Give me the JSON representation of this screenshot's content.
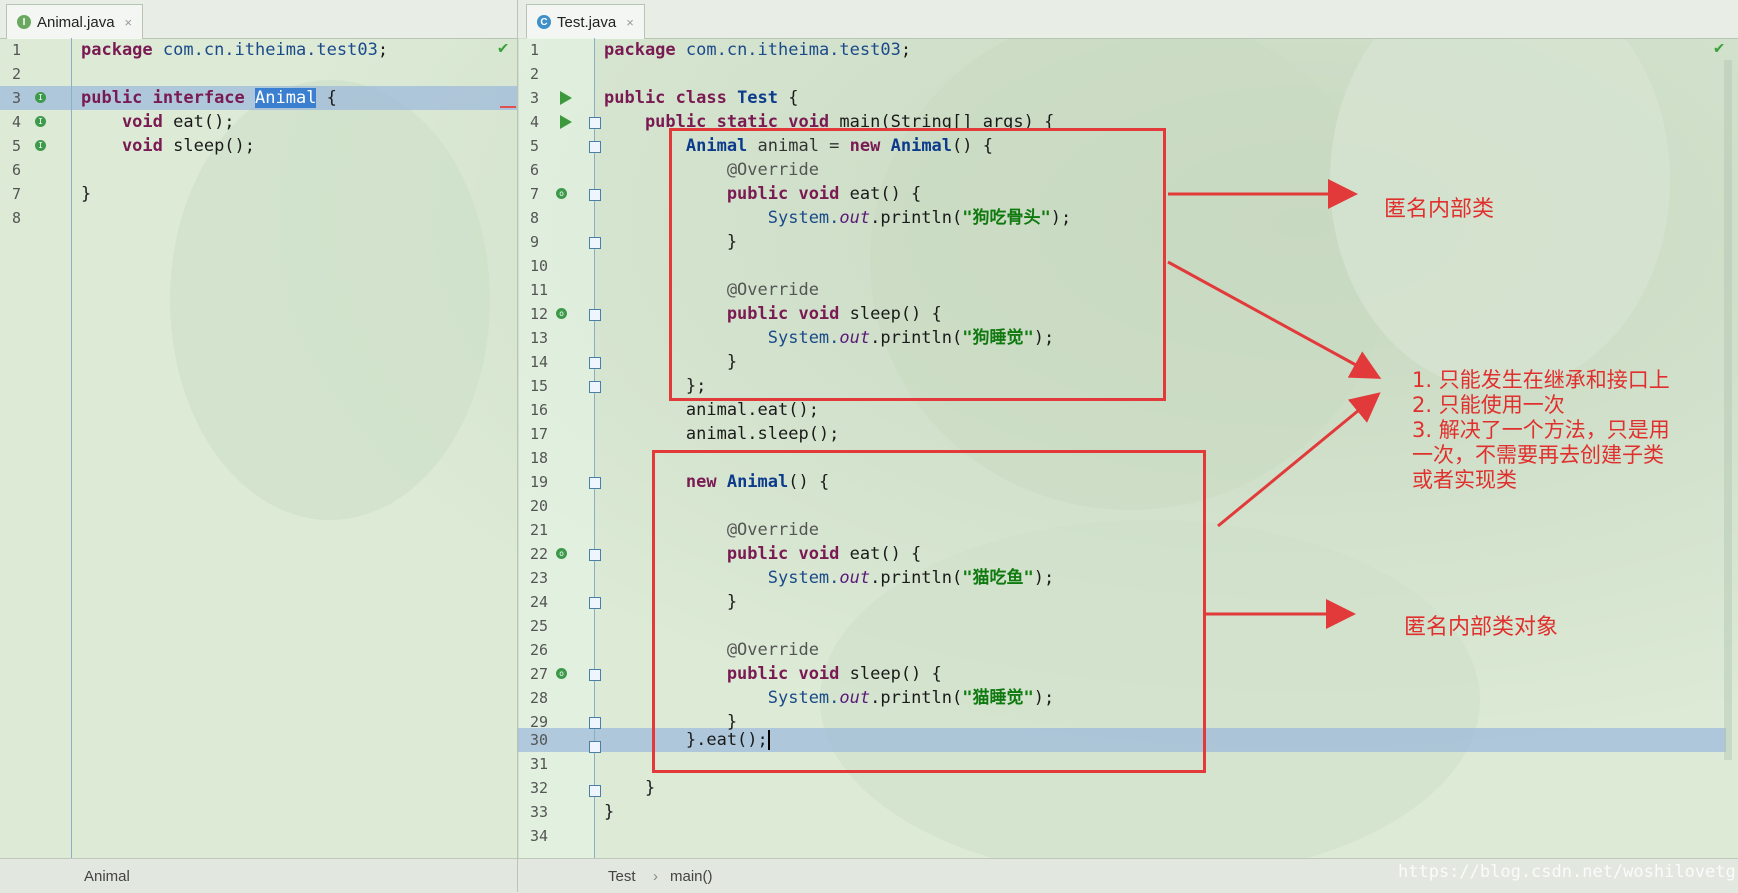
{
  "tabs": {
    "left": {
      "label": "Animal.java",
      "icon": "I",
      "close": "×"
    },
    "right": {
      "label": "Test.java",
      "icon": "C",
      "close": "×"
    }
  },
  "left_editor": {
    "line_numbers": [
      "1",
      "2",
      "3",
      "4",
      "5",
      "6",
      "7",
      "8"
    ],
    "lines": {
      "l1_kw": "package",
      "l1_pkg": " com.cn.itheima.test03",
      "l1_end": ";",
      "l3_kw1": "public",
      "l3_kw2": " interface ",
      "l3_sel": "Animal",
      "l3_end": " {",
      "l4_kw": "    void",
      "l4_rest": " eat();",
      "l5_kw": "    void",
      "l5_rest": " sleep();",
      "l7": "}"
    },
    "breadcrumb": "Animal"
  },
  "right_editor": {
    "line_numbers": [
      "1",
      "2",
      "3",
      "4",
      "5",
      "6",
      "7",
      "8",
      "9",
      "10",
      "11",
      "12",
      "13",
      "14",
      "15",
      "16",
      "17",
      "18",
      "19",
      "20",
      "21",
      "22",
      "23",
      "24",
      "25",
      "26",
      "27",
      "28",
      "29",
      "30",
      "31",
      "32",
      "33",
      "34"
    ],
    "code": {
      "l1_kw": "package",
      "l1_pkg": " com.cn.itheima.test03",
      "l1_end": ";",
      "l3_kw": "public class",
      "l3_cls": " Test",
      "l3_end": " {",
      "l4_kw": "    public static void",
      "l4_rest": " main(String[] args) {",
      "l5_type": "        Animal",
      "l5_var": " animal = ",
      "l5_kw": "new",
      "l5_type2": " Animal",
      "l5_end": "() {",
      "l6": "            @Override",
      "l7_kw": "            public void",
      "l7_rest": " eat() {",
      "l8_pre": "                System.",
      "l8_fld": "out",
      "l8_mid": ".println(",
      "l8_str": "\"狗吃骨头\"",
      "l8_end": ");",
      "l9": "            }",
      "l11": "            @Override",
      "l12_kw": "            public void",
      "l12_rest": " sleep() {",
      "l13_pre": "                System.",
      "l13_fld": "out",
      "l13_mid": ".println(",
      "l13_str": "\"狗睡觉\"",
      "l13_end": ");",
      "l14": "            }",
      "l15": "        };",
      "l16": "        animal.eat();",
      "l17": "        animal.sleep();",
      "l19_kw": "        new",
      "l19_type": " Animal",
      "l19_end": "() {",
      "l21": "            @Override",
      "l22_kw": "            public void",
      "l22_rest": " eat() {",
      "l23_pre": "                System.",
      "l23_fld": "out",
      "l23_mid": ".println(",
      "l23_str": "\"猫吃鱼\"",
      "l23_end": ");",
      "l24": "            }",
      "l26": "            @Override",
      "l27_kw": "            public void",
      "l27_rest": " sleep() {",
      "l28_pre": "                System.",
      "l28_fld": "out",
      "l28_mid": ".println(",
      "l28_str": "\"猫睡觉\"",
      "l28_end": ");",
      "l29": "            }",
      "l30": "        }.eat();",
      "l32": "    }",
      "l33": "}"
    },
    "breadcrumb": [
      "Test",
      "main()"
    ],
    "breadcrumb_sep": "›"
  },
  "annotations": {
    "anon_class": "匿名内部类",
    "anon_object": "匿名内部类对象",
    "points": [
      "1. 只能发生在继承和接口上",
      "2. 只能使用一次",
      "3. 解决了一个方法，只是用",
      "一次，不需要再去创建子类",
      "或者实现类"
    ]
  },
  "watermark": "https://blog.csdn.net/woshilovetg",
  "colors": {
    "annotation_red": "#e23a3a",
    "selection": "#3a7fd0",
    "line_highlight": "#96b4dc"
  }
}
